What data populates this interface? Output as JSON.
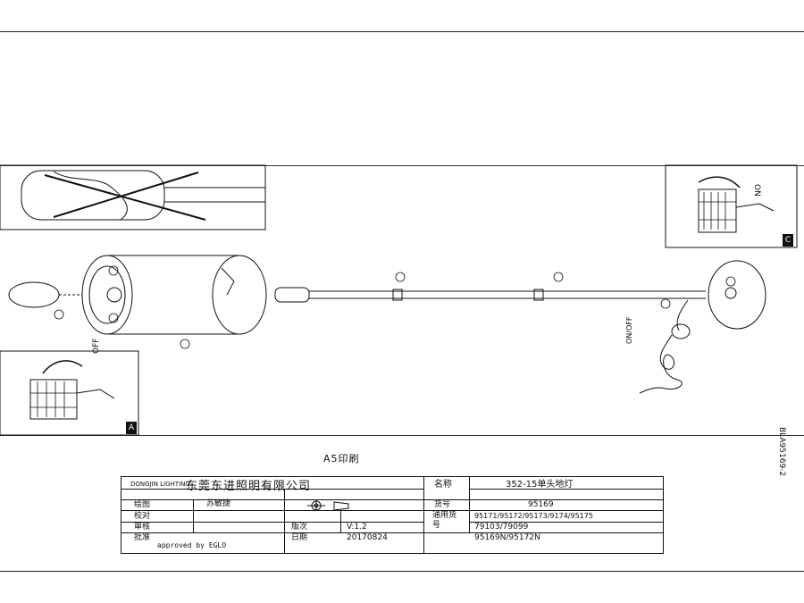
{
  "print_note": "A5印刷",
  "side_code": "BLA95169-2",
  "callouts": {
    "a_label": "A",
    "c_label": "C",
    "switch_off": "OFF",
    "switch_on": "ON",
    "switch_onoff": "ON/OFF"
  },
  "title_block": {
    "company": "东莞东进照明有限公司",
    "brand": "DONGJIN LIGHTING",
    "rows_left": [
      {
        "label": "绘图",
        "value": "苏敏捷"
      },
      {
        "label": "校对",
        "value": ""
      },
      {
        "label": "审核",
        "value": ""
      },
      {
        "label": "批准",
        "value": ""
      }
    ],
    "approved": "approved by EGLO",
    "version_label": "版次",
    "version_value": "V:1.2",
    "date_label": "日期",
    "date_value": "20170824",
    "name_label": "名称",
    "name_value": "352-15单头地灯",
    "item_label": "货号",
    "item_value": "95169",
    "general_label": "通用货号",
    "general_values": [
      "95171/95172/95173/9174/95175",
      "79103/79099",
      "95169N/95172N"
    ]
  }
}
